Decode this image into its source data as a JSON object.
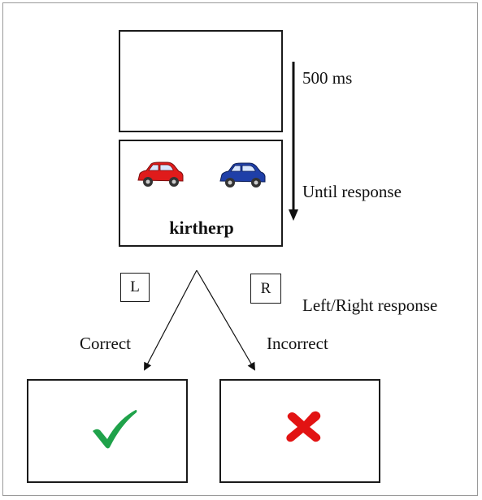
{
  "timing": {
    "first_duration": "500 ms",
    "second_duration": "Until response",
    "response_label": "Left/Right response"
  },
  "stimulus": {
    "word": "kirtherp",
    "left_car": "red-car-icon",
    "right_car": "blue-car-icon"
  },
  "keys": {
    "left": "L",
    "right": "R"
  },
  "outcomes": {
    "correct_label": "Correct",
    "incorrect_label": "Incorrect",
    "correct_icon": "check-mark-icon",
    "incorrect_icon": "cross-mark-icon"
  },
  "colors": {
    "red_car": "#e01b1b",
    "blue_car": "#1f3fa8",
    "check": "#1fa24a",
    "cross": "#e21313"
  }
}
